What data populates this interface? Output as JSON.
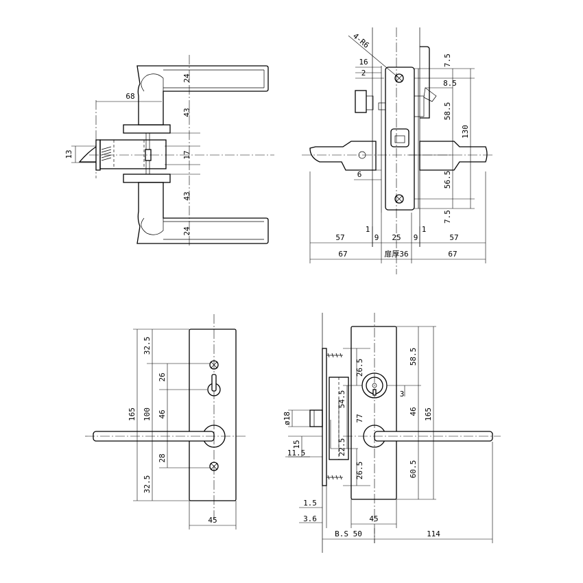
{
  "views": {
    "side_view": {
      "dims": [
        "24",
        "68",
        "43",
        "13",
        "17",
        "43",
        "24"
      ]
    },
    "top_view": {
      "dims": [
        "4-R6",
        "16",
        "2",
        "7.5",
        "8.5",
        "58.5",
        "130",
        "6",
        "56.5",
        "7.5",
        "1",
        "9",
        "1",
        "9",
        "57",
        "25",
        "57",
        "67",
        "扉厚36",
        "67"
      ]
    },
    "front_view": {
      "dims": [
        "32.5",
        "26",
        "165",
        "100",
        "46",
        "28",
        "32.5",
        "45"
      ]
    },
    "rear_view": {
      "dims": [
        "26.5",
        "58.5",
        "54.5",
        "3",
        "ø18",
        "77",
        "46",
        "165",
        "15",
        "22.5",
        "11.5",
        "26.5",
        "60.5",
        "1.5",
        "45",
        "3.6",
        "B.S 50",
        "114"
      ]
    }
  }
}
